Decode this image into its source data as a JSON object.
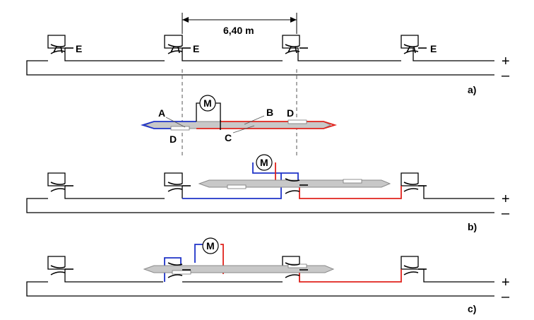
{
  "labels": {
    "dimension": "6,40 m",
    "electrode": "E",
    "motor": "M",
    "part_a": "A",
    "part_b": "B",
    "part_c": "C",
    "part_d": "D",
    "plus": "+",
    "minus": "–",
    "caption_a": "a)",
    "caption_b": "b)",
    "caption_c": "c)"
  },
  "colors": {
    "negative_wire": "#1f33c8",
    "positive_wire": "#e0231d",
    "bar_fill": "#c8c8c8"
  }
}
